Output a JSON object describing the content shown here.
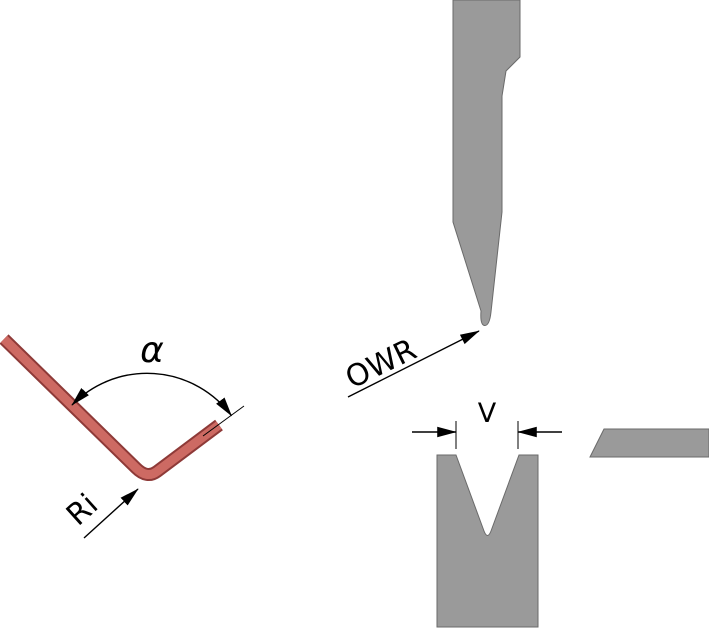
{
  "labels": {
    "angle": "α",
    "inner_radius": "Ri",
    "punch_tip_radius": "OWR",
    "die_opening": "V"
  },
  "colors": {
    "tool_gray": "#9a9a9a",
    "sheet_red": "#cd6a63",
    "sheet_red_dark": "#8e3a38",
    "line_black": "#000000",
    "background": "#ffffff"
  }
}
